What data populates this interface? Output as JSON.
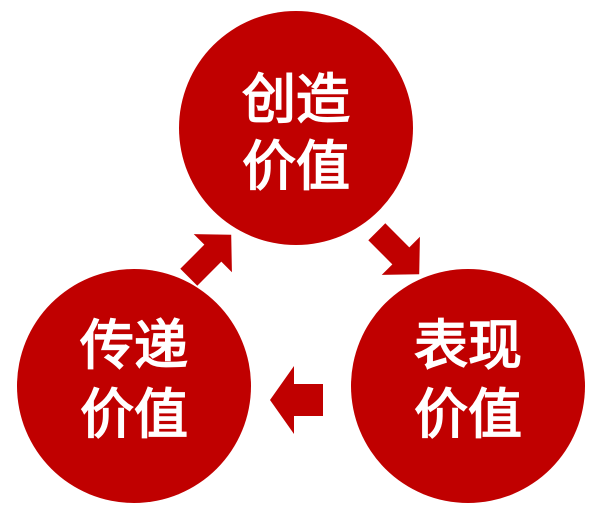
{
  "colors": {
    "circle_fill": "#c00000",
    "text": "#ffffff",
    "background": "#ffffff"
  },
  "nodes": {
    "create": {
      "line1": "创造",
      "line2": "价值"
    },
    "express": {
      "line1": "表现",
      "line2": "价值"
    },
    "deliver": {
      "line1": "传递",
      "line2": "价值"
    }
  },
  "arrows": {
    "create_to_express": "arrow-icon",
    "express_to_deliver": "arrow-icon",
    "deliver_to_create": "arrow-icon"
  }
}
